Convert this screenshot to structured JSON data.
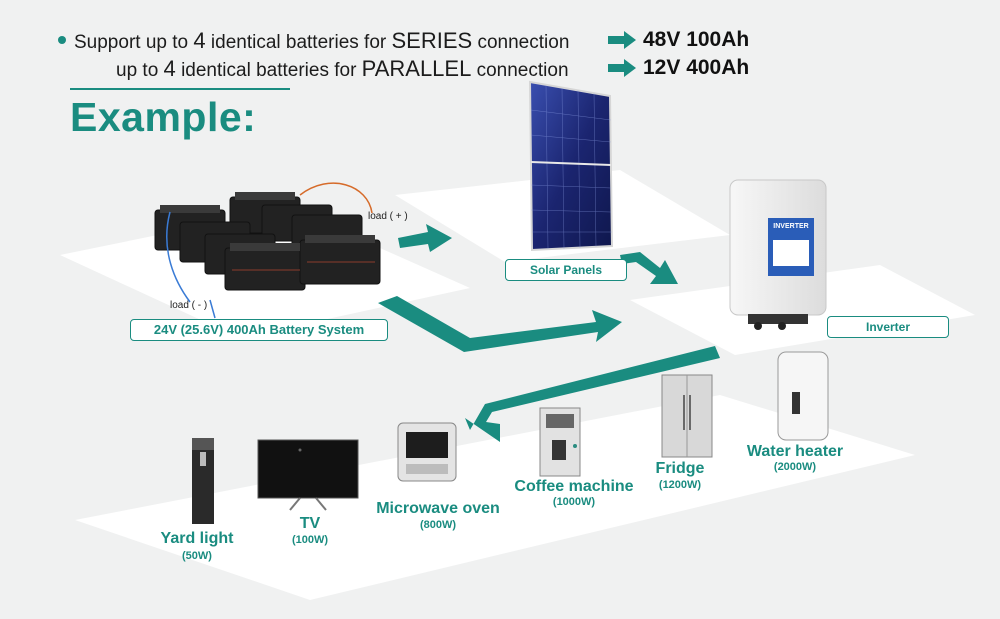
{
  "specs": {
    "series": {
      "prefix": "Support up to ",
      "num": "4",
      "middle": " identical batteries for ",
      "mode": "SERIES",
      "suffix": " connection",
      "result": "48V 100Ah"
    },
    "parallel": {
      "prefix": "up to ",
      "num": "4",
      "middle": " identical batteries for ",
      "mode": "PARALLEL",
      "suffix": " connection",
      "result": "12V 400Ah"
    }
  },
  "heading": "Example:",
  "battery": {
    "label": "24V (25.6V) 400Ah Battery System",
    "load_pos": "load ( + )",
    "load_neg": "load ( - )"
  },
  "solar": {
    "label": "Solar Panels"
  },
  "inverter": {
    "label": "Inverter",
    "badge": "INVERTER"
  },
  "appliances": [
    {
      "name": "Yard light",
      "watt": "(50W)"
    },
    {
      "name": "TV",
      "watt": "(100W)"
    },
    {
      "name": "Microwave oven",
      "watt": "(800W)"
    },
    {
      "name": "Coffee machine",
      "watt": "(1000W)"
    },
    {
      "name": "Fridge",
      "watt": "(1200W)"
    },
    {
      "name": "Water heater",
      "watt": "(2000W)"
    }
  ],
  "colors": {
    "accent": "#1a8c80",
    "background": "#f0f1f1"
  }
}
